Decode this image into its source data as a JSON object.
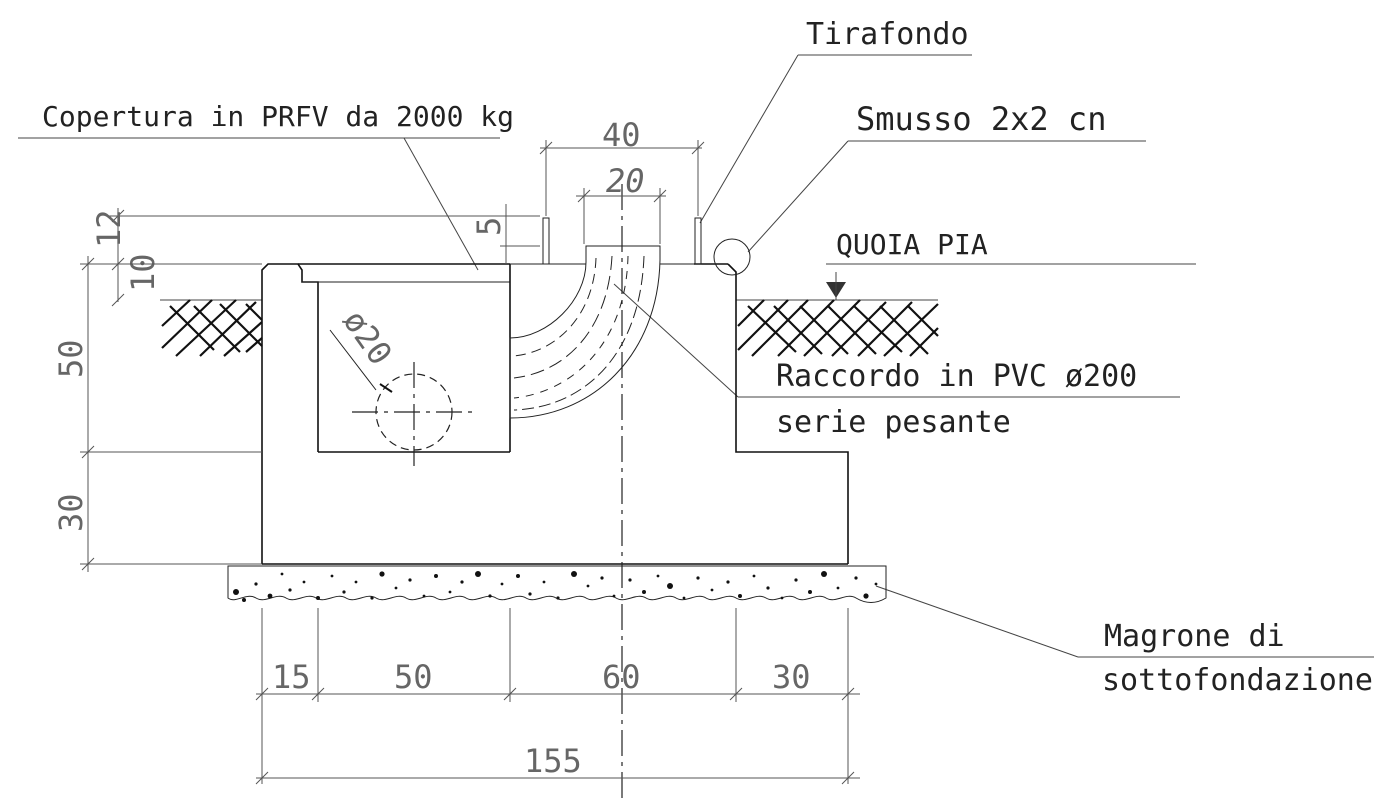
{
  "labels": {
    "tirafondo": "Tirafondo",
    "copertura": "Copertura in PRFV da 2000 kg",
    "smusso": "Smusso 2x2 cn",
    "quota": "QUOIA PIA",
    "raccordo_1": "Raccordo in PVC ø200",
    "raccordo_2": "serie pesante",
    "magrone_1": "Magrone di",
    "magrone_2": "sottofondazione"
  },
  "dimensions": {
    "top_40": "40",
    "top_20": "20",
    "left_12": "12",
    "left_10": "10",
    "small_5": "5",
    "pipe_d20": "ø20",
    "left_50": "50",
    "left_30": "30",
    "bottom_15": "15",
    "bottom_50": "50",
    "bottom_60": "60",
    "bottom_30": "30",
    "total_155": "155"
  }
}
